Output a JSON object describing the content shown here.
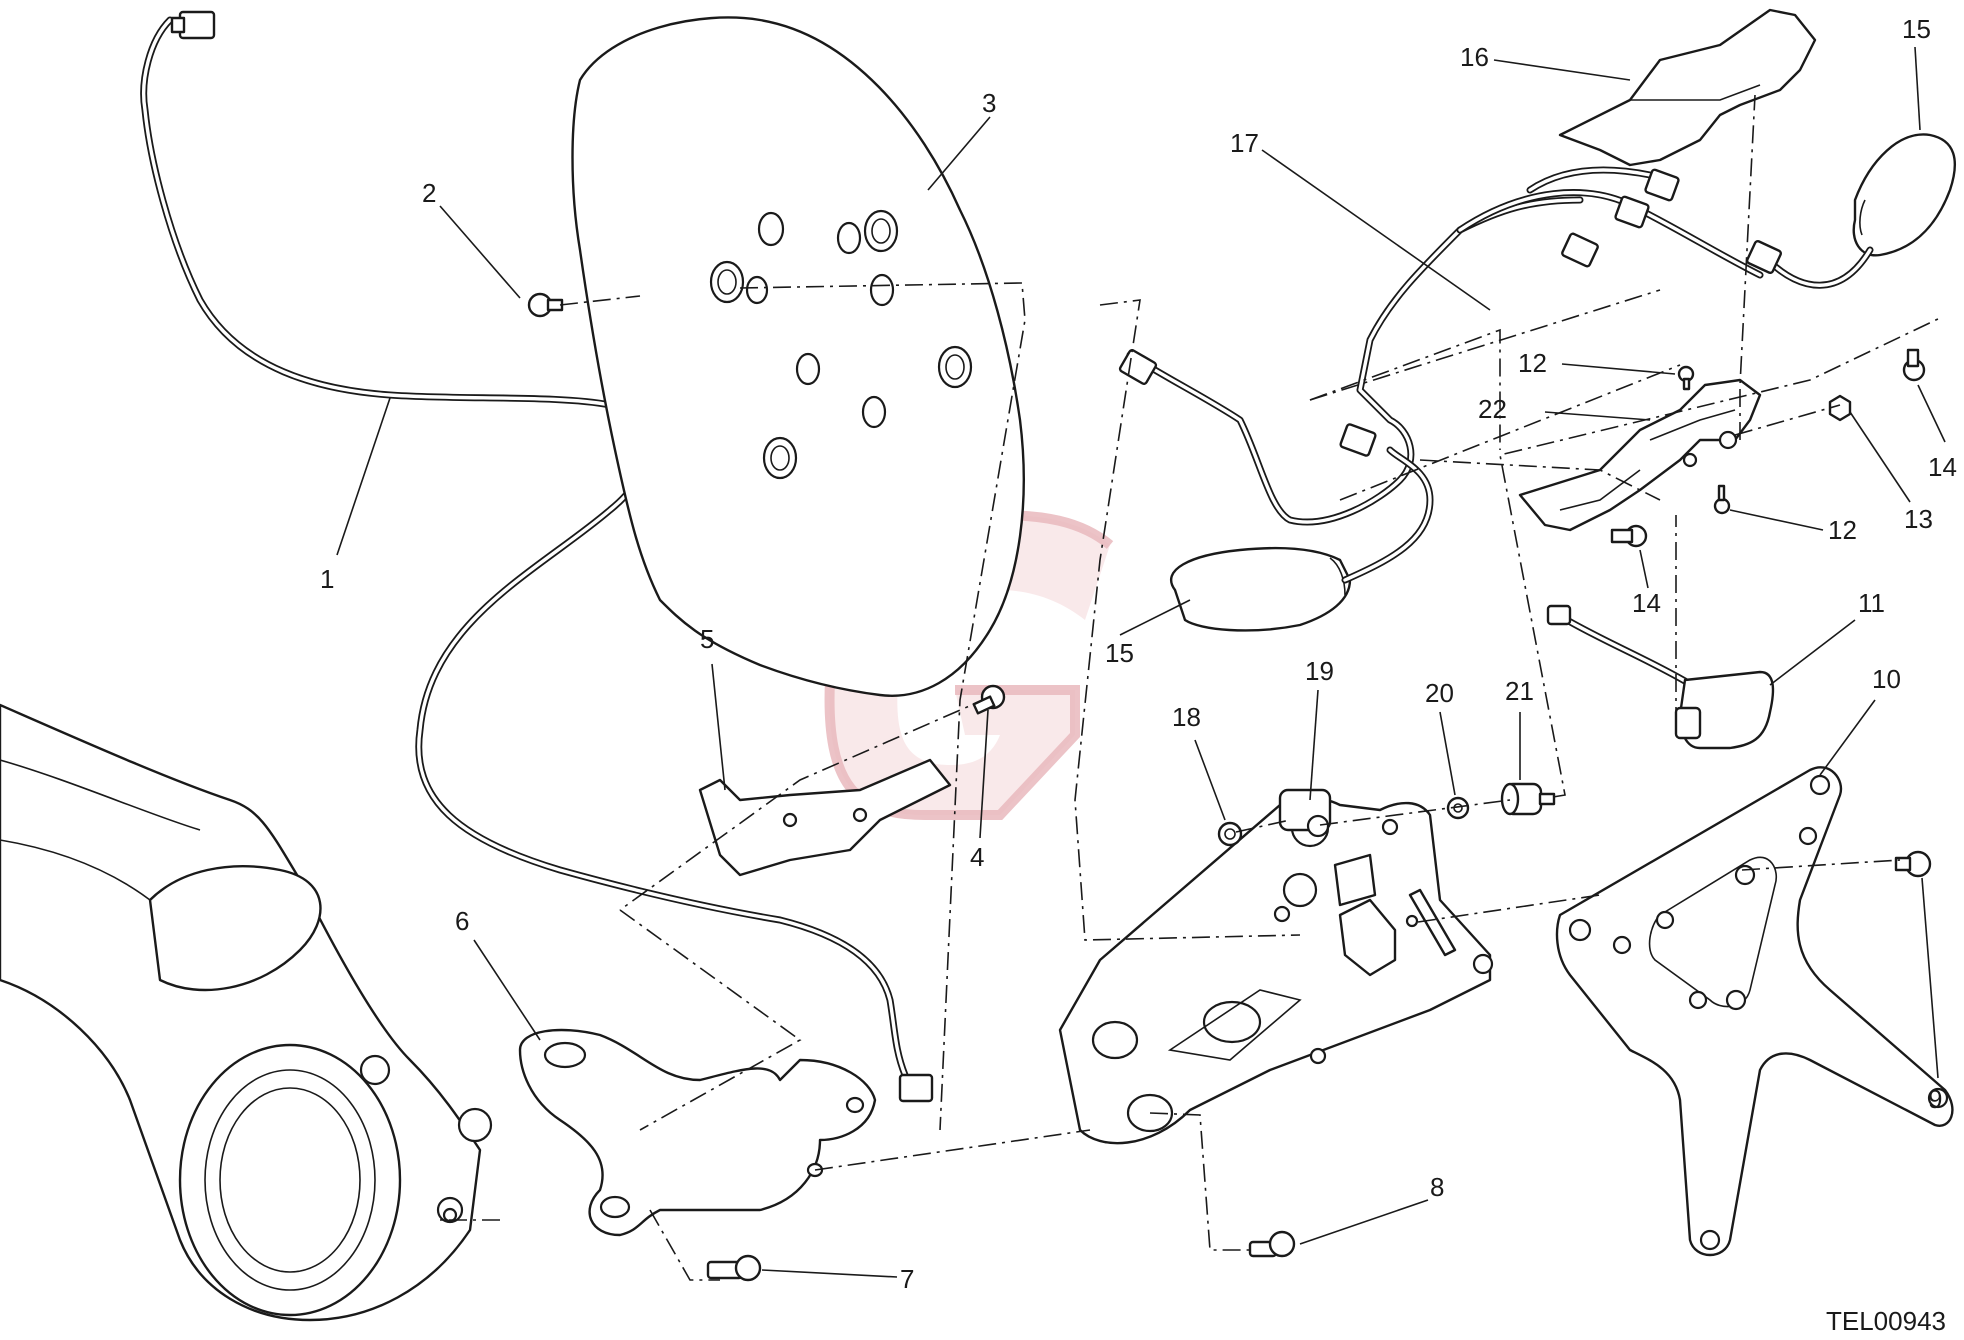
{
  "drawing_code": "TEL00943",
  "watermark_letter": "G",
  "colors": {
    "line": "#1a1a1a",
    "watermark": "#e9b8bd"
  },
  "callouts": [
    {
      "id": "c1",
      "text": "1"
    },
    {
      "id": "c2",
      "text": "2"
    },
    {
      "id": "c3",
      "text": "3"
    },
    {
      "id": "c4",
      "text": "4"
    },
    {
      "id": "c5",
      "text": "5"
    },
    {
      "id": "c6",
      "text": "6"
    },
    {
      "id": "c7",
      "text": "7"
    },
    {
      "id": "c8",
      "text": "8"
    },
    {
      "id": "c9",
      "text": "9"
    },
    {
      "id": "c10",
      "text": "10"
    },
    {
      "id": "c11",
      "text": "11"
    },
    {
      "id": "c12a",
      "text": "12"
    },
    {
      "id": "c12b",
      "text": "12"
    },
    {
      "id": "c13",
      "text": "13"
    },
    {
      "id": "c14a",
      "text": "14"
    },
    {
      "id": "c14b",
      "text": "14"
    },
    {
      "id": "c15a",
      "text": "15"
    },
    {
      "id": "c15b",
      "text": "15"
    },
    {
      "id": "c16",
      "text": "16"
    },
    {
      "id": "c17",
      "text": "17"
    },
    {
      "id": "c18",
      "text": "18"
    },
    {
      "id": "c19",
      "text": "19"
    },
    {
      "id": "c20",
      "text": "20"
    },
    {
      "id": "c21",
      "text": "21"
    },
    {
      "id": "c22",
      "text": "22"
    }
  ]
}
